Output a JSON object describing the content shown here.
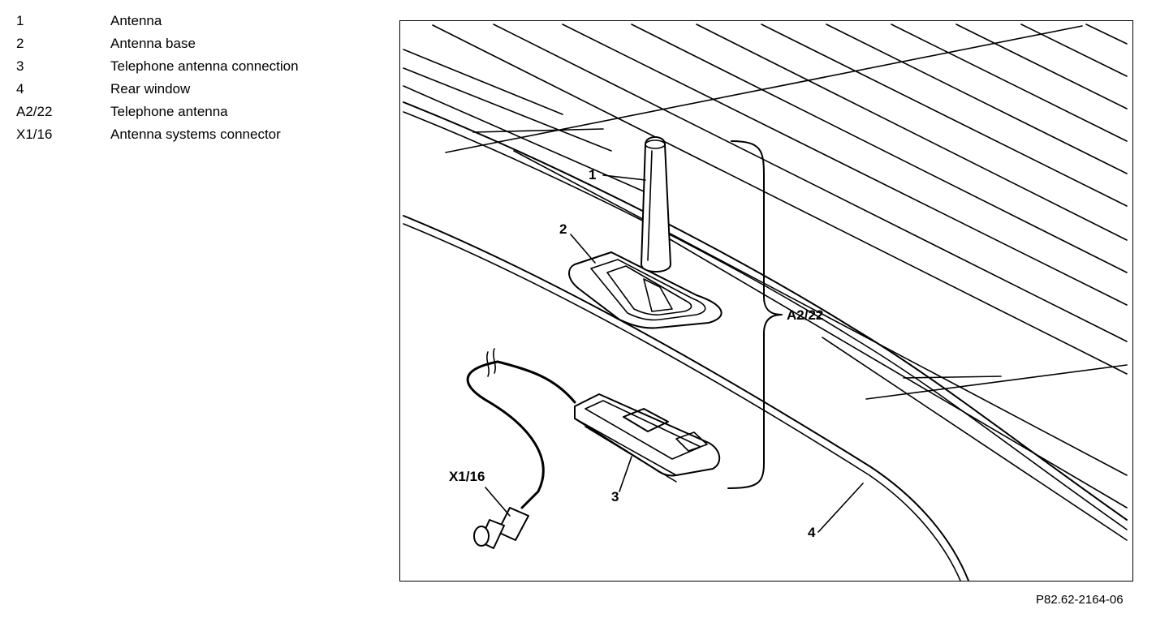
{
  "legend": {
    "items": [
      {
        "code": "1",
        "label": "Antenna"
      },
      {
        "code": "2",
        "label": "Antenna base"
      },
      {
        "code": "3",
        "label": "Telephone antenna connection"
      },
      {
        "code": "4",
        "label": "Rear window"
      },
      {
        "code": "A2/22",
        "label": "Telephone antenna"
      },
      {
        "code": "X1/16",
        "label": "Antenna systems connector"
      }
    ]
  },
  "figure": {
    "callouts": {
      "antenna": "1",
      "antenna_base": "2",
      "connection": "3",
      "rear_window": "4",
      "telephone_antenna": "A2/22",
      "connector": "X1/16"
    }
  },
  "figure_reference": "P82.62-2164-06"
}
